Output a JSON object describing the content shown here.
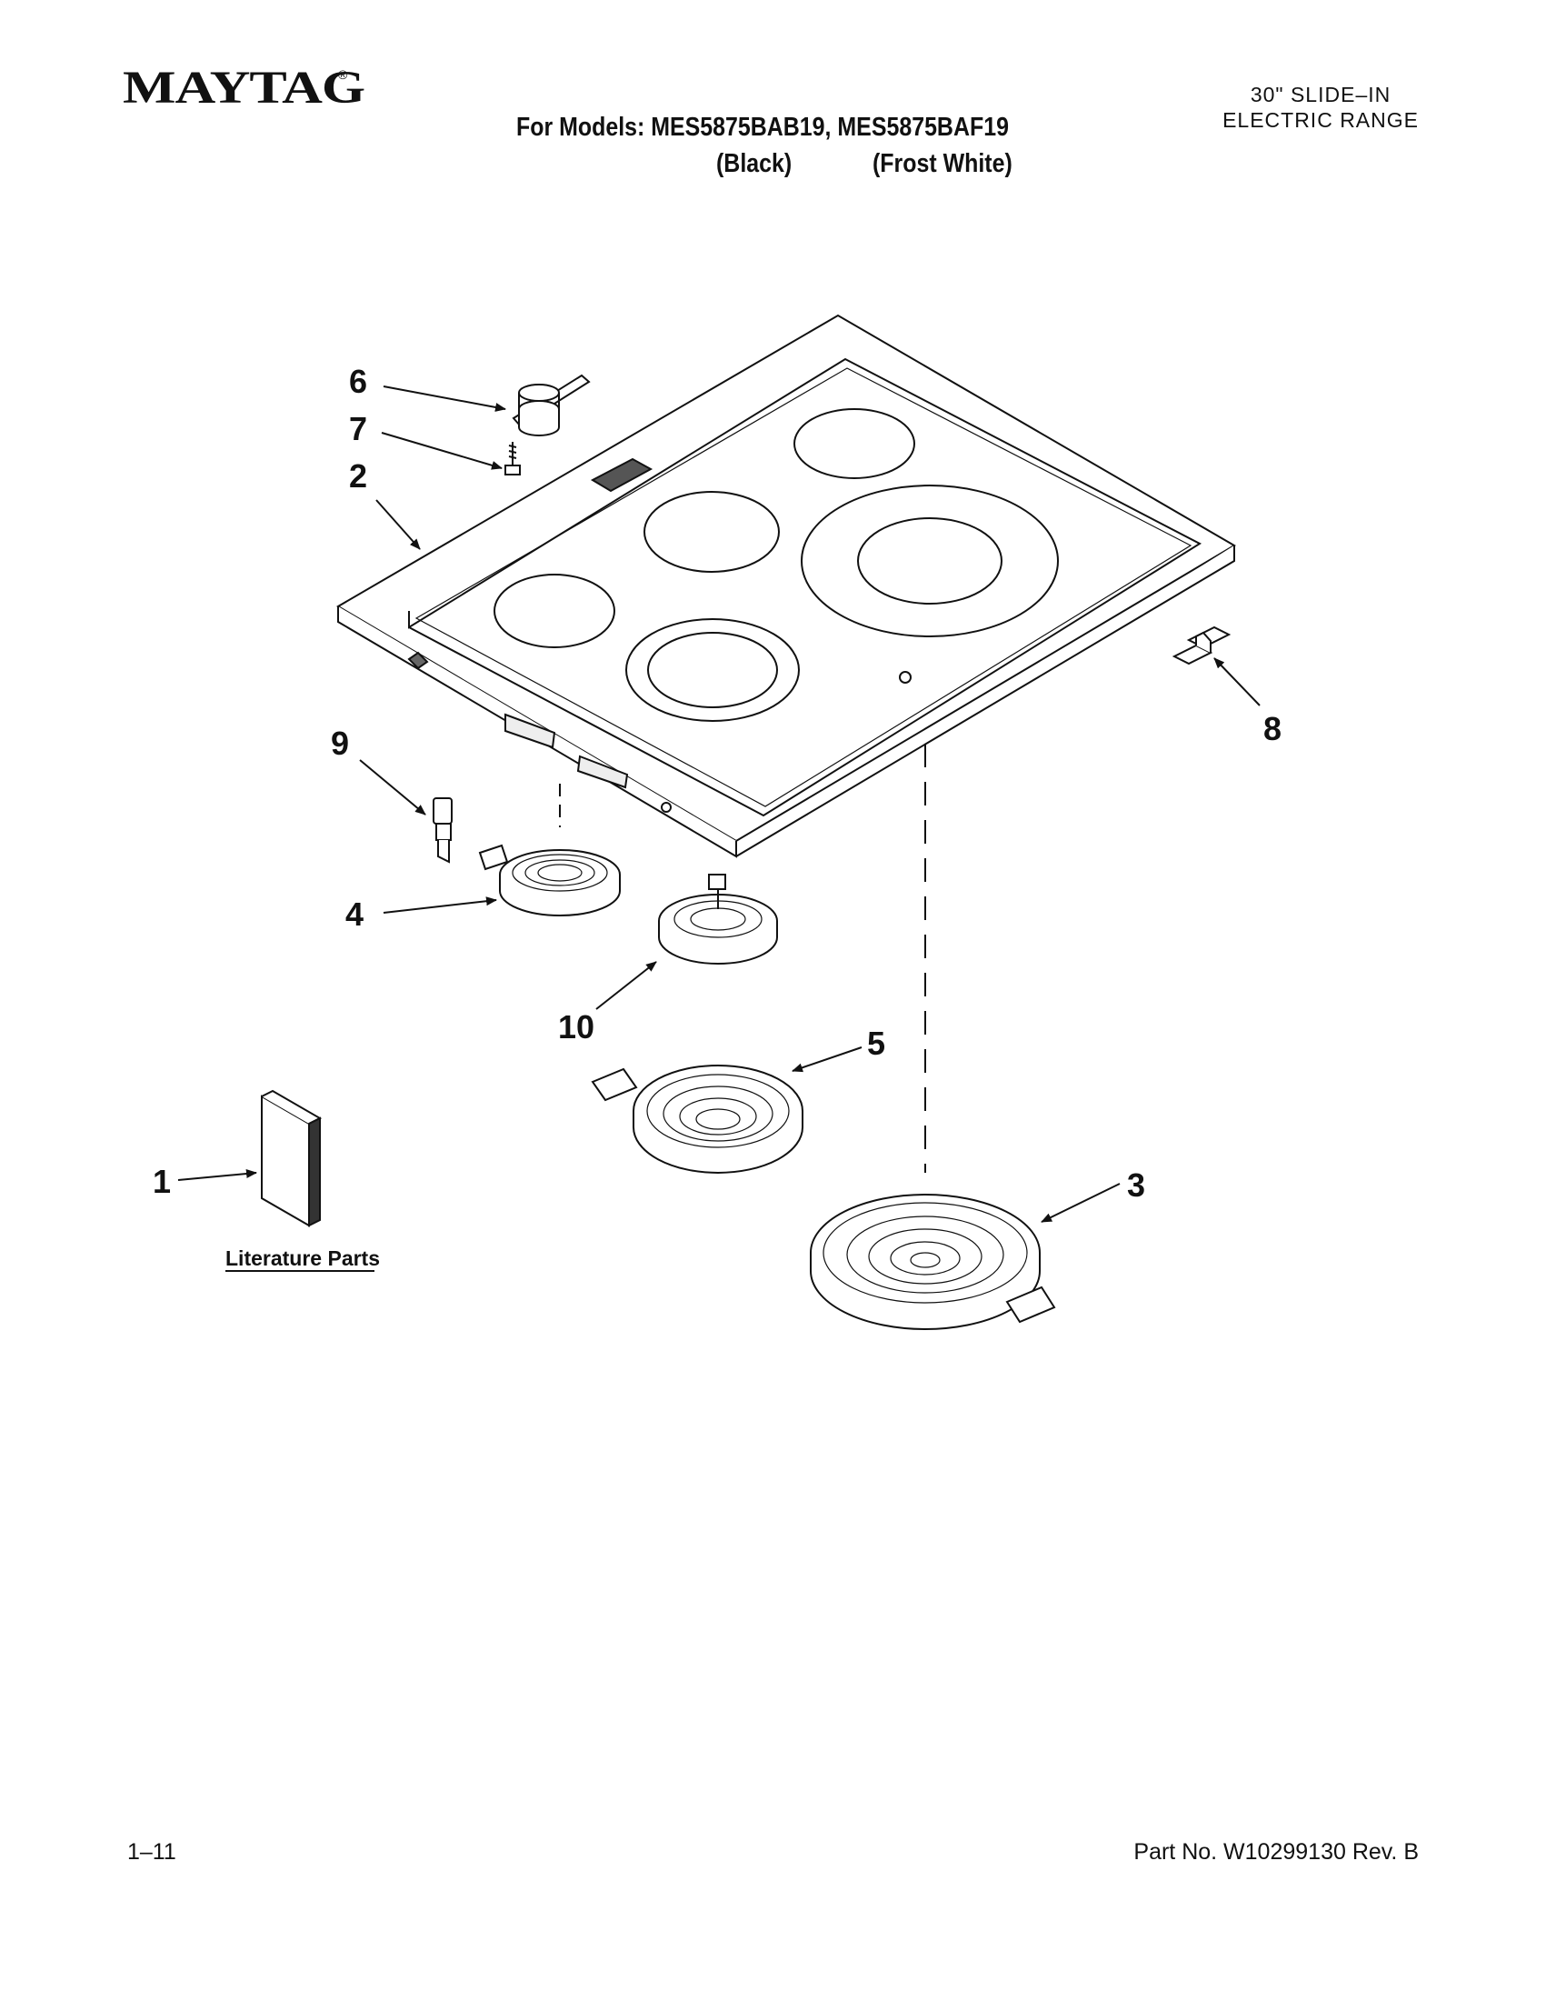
{
  "header": {
    "brand": "MAYTAG",
    "brand_mark": "®",
    "models_line": "For Models: MES5875BAB19, MES5875BAF19",
    "color_black": "(Black)",
    "color_white": "(Frost White)",
    "product_line1": "30\" SLIDE–IN",
    "product_line2": "ELECTRIC RANGE"
  },
  "callouts": {
    "c1": "1",
    "c2": "2",
    "c3": "3",
    "c4": "4",
    "c5": "5",
    "c6": "6",
    "c7": "7",
    "c8": "8",
    "c9": "9",
    "c10": "10"
  },
  "literature_label": "Literature Parts",
  "footer": {
    "page": "1–11",
    "part_no": "Part No. W10299130 Rev. B"
  }
}
